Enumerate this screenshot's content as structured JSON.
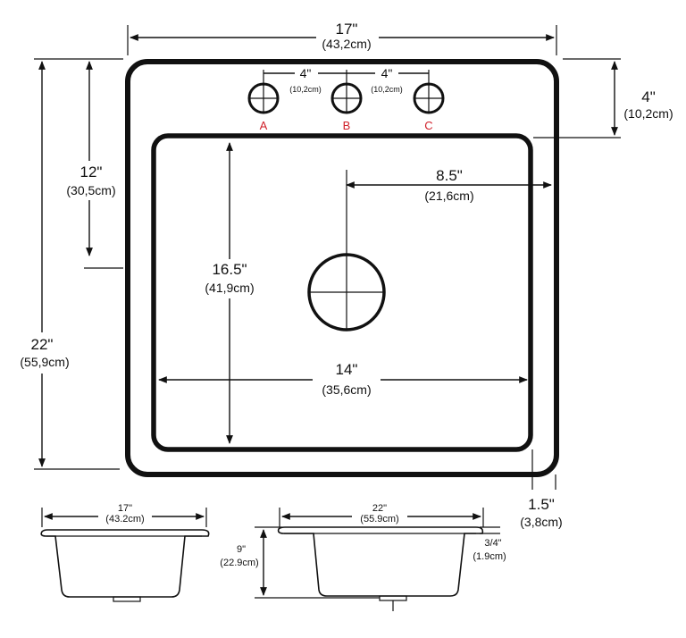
{
  "top_view": {
    "width": {
      "in": "17\"",
      "cm": "(43,2cm)"
    },
    "height": {
      "in": "22\"",
      "cm": "(55,9cm)"
    },
    "upper_offset": {
      "in": "12\"",
      "cm": "(30,5cm)"
    },
    "faucet_depth": {
      "in": "4\"",
      "cm": "(10,2cm)"
    },
    "hole_spacing_1": {
      "in": "4\"",
      "cm": "(10,2cm)"
    },
    "hole_spacing_2": {
      "in": "4\"",
      "cm": "(10,2cm)"
    },
    "hole_labels": [
      "A",
      "B",
      "C"
    ],
    "bowl_height": {
      "in": "16.5\"",
      "cm": "(41,9cm)"
    },
    "bowl_width": {
      "in": "14\"",
      "cm": "(35,6cm)"
    },
    "drain_offset": {
      "in": "8.5\"",
      "cm": "(21,6cm)"
    },
    "rim": {
      "in": "1.5\"",
      "cm": "(3,8cm)"
    }
  },
  "side_view_short": {
    "width": {
      "in": "17\"",
      "cm": "(43.2cm)"
    }
  },
  "side_view_long": {
    "width": {
      "in": "22\"",
      "cm": "(55.9cm)"
    },
    "depth": {
      "in": "9\"",
      "cm": "(22.9cm)"
    },
    "rim_thickness": {
      "in": "3/4\"",
      "cm": "(1.9cm)"
    }
  },
  "colors": {
    "line": "#111111",
    "hole_label": "#d0202a"
  }
}
